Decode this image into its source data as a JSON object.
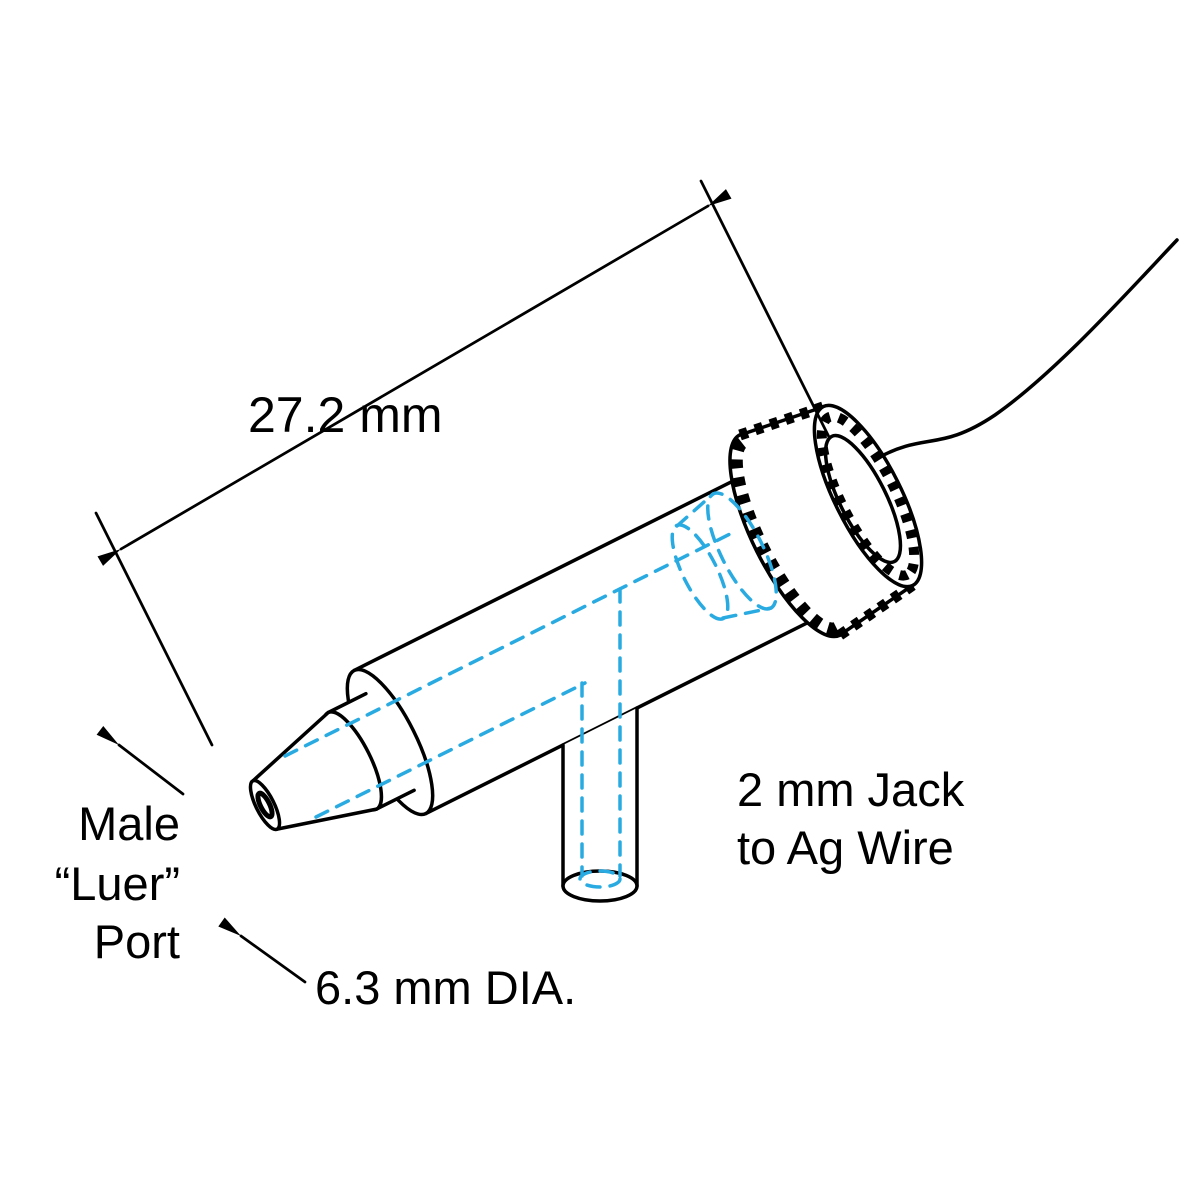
{
  "diagram": {
    "title": "Male Luer Port microelectrode holder technical illustration",
    "labels": {
      "length_dim": "27.2 mm",
      "port_l1": "Male",
      "port_l2": "“Luer”",
      "port_l3": "Port",
      "dia_dim": "6.3 mm DIA.",
      "jack_l1": "2 mm Jack",
      "jack_l2": "to Ag Wire"
    },
    "measurements": {
      "body_length_mm": 27.2,
      "port_diameter_mm": 6.3,
      "jack_size_mm": 2
    },
    "colors": {
      "outline": "#000000",
      "channel_blue": "#29ABE2",
      "background": "#FFFFFF"
    }
  }
}
